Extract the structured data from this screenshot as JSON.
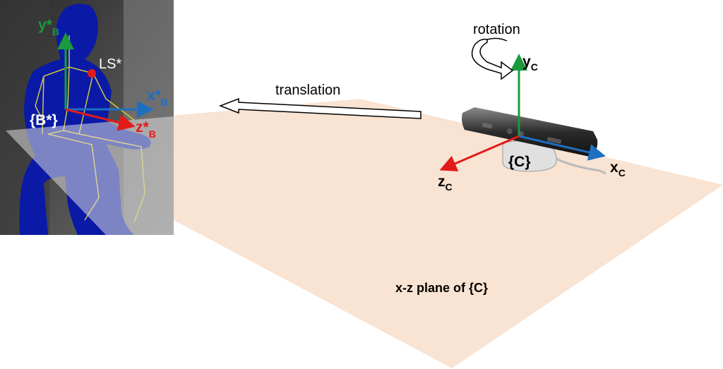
{
  "body_frame": {
    "frame_label": "{B*}",
    "y_axis": {
      "main": "y*",
      "sub": "B"
    },
    "x_axis": {
      "main": "x*",
      "sub": "B"
    },
    "z_axis": {
      "main": "z*",
      "sub": "B"
    },
    "joint_label": "LS*"
  },
  "camera_frame": {
    "frame_label": "{C}",
    "y_axis": {
      "main": "y",
      "sub": "C"
    },
    "x_axis": {
      "main": "x",
      "sub": "C"
    },
    "z_axis": {
      "main": "z",
      "sub": "C"
    }
  },
  "rotation_label": "rotation",
  "translation_label": "translation",
  "plane_label": "x-z plane of {C}",
  "colors": {
    "x_axis": "#1f6fc1",
    "y_axis": "#1a9a3c",
    "z_axis": "#e21a1a",
    "plane": "#f9e3d2",
    "body_silhouette": "#0a1aa6",
    "skeleton": "#d4c43a"
  }
}
